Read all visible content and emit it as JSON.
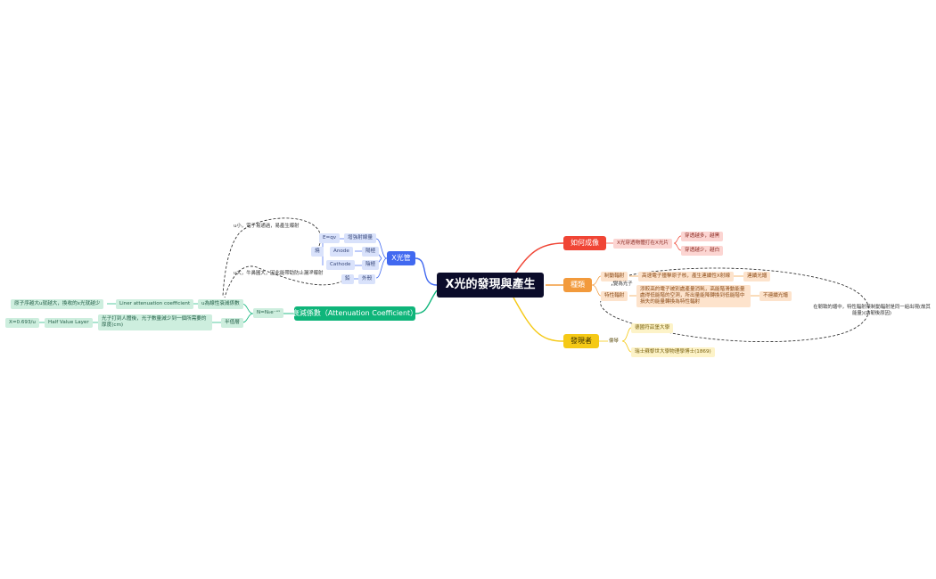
{
  "central": {
    "title": "X光的發現與產生"
  },
  "branches": {
    "xray_tube": {
      "title": "X光管",
      "color": "#4169f0",
      "items": [
        {
          "key": "E=qv",
          "value": "增強射線量"
        },
        {
          "key": "Anode",
          "value": "陽極"
        },
        {
          "key": "Cathode",
          "value": "陰極"
        },
        {
          "key": "鉛",
          "value": "外殼"
        }
      ],
      "side_label": "燒",
      "note_top": "u小，電子易通過，易產生曝射",
      "note_bottom": "u大，牛鼻圓大，因此能帶助防止漏滲曝射"
    },
    "attenuation": {
      "title": "衰減係數（Attenuation Coefficient）",
      "color": "#0fb57a",
      "formula": "N=N₀e⁻ᵘˣ",
      "mu": "u為線性衰減係數",
      "liner": "Liner attenuation coefficient",
      "liner_note": "原子序越大u就越大，換收的x光就越少",
      "half_label": "半值層",
      "half_desc": "光子打到人體後，光子數量減少到一個所需要的厚度(cm)",
      "hvl": "Half Value Layer",
      "hvl_formula": "X=0.693/u"
    },
    "imaging": {
      "title": "如何成像",
      "color": "#f04535",
      "desc": "X光穿透物體打在X光片",
      "more": "穿透越多，越黑",
      "less": "穿透越少，越白"
    },
    "types": {
      "title": "種類",
      "color": "#f29a3c",
      "brems": "制動輻射",
      "brems_desc": "高速電子撞擊原子核，產生連續性X射線",
      "brems_result": "連續光譜",
      "photon": "變為光子",
      "char": "特性輻射",
      "char_desc": "添較高的電子被別處產量消耗，高能階滑動能量處得低能階的空洞，所出量能降轉換到低能階中損失的能量轉換為特性輻射",
      "char_result": "不連續光譜",
      "note": "在韌致的譜中，特性輻射與制動輻射是同一組出現(故其能量)(由韌後原因)"
    },
    "discoverer": {
      "title": "發現者",
      "color": "#f5c916",
      "label": "倫琴",
      "item1": "德國符茲堡大學",
      "item2": "瑞士蘇黎世大學物理學博士(1869)"
    }
  }
}
